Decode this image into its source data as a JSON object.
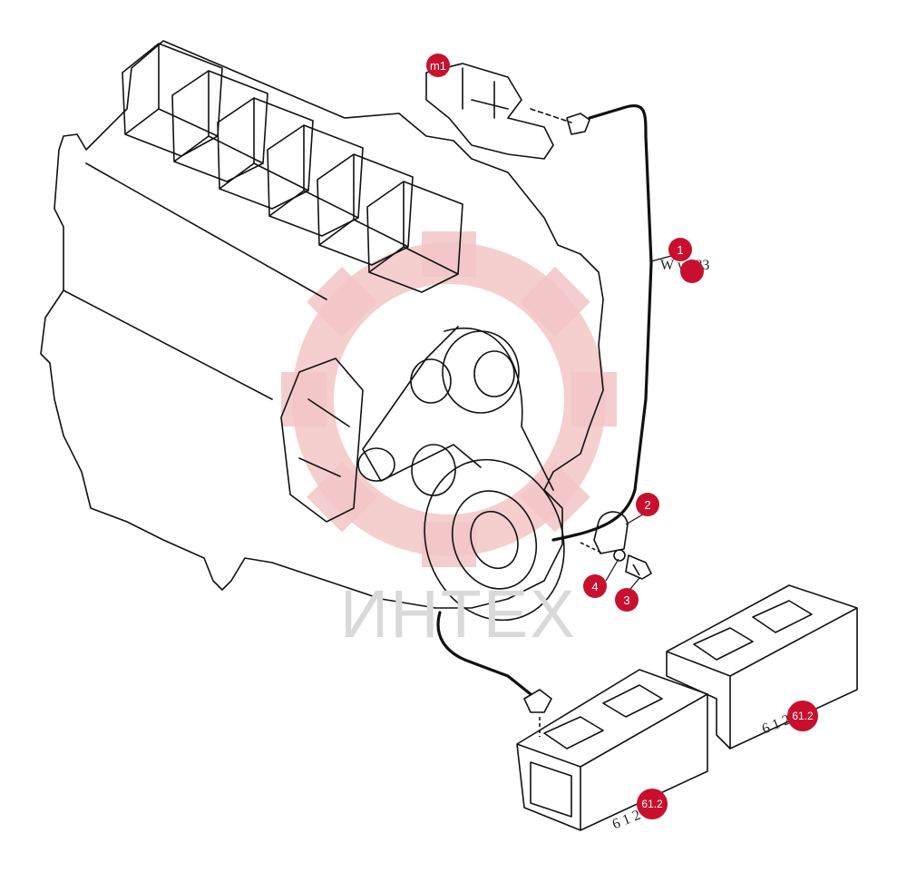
{
  "colors": {
    "callout": "#c8102e",
    "line": "#111111",
    "watermark": "#f3c6c6",
    "watermark_text": "#d9d9d9"
  },
  "watermark": {
    "text": "ИНТЕХ"
  },
  "wire_label": {
    "text": "W  w083"
  },
  "battery_labels": [
    {
      "text": "6  1     2"
    },
    {
      "text": "6  1     2"
    }
  ],
  "callouts": [
    {
      "id": "m1",
      "label": "m1"
    },
    {
      "id": "1",
      "label": "1"
    },
    {
      "id": "w083",
      "label": ""
    },
    {
      "id": "2",
      "label": "2"
    },
    {
      "id": "3",
      "label": "3"
    },
    {
      "id": "4",
      "label": "4"
    },
    {
      "id": "61.2-a",
      "label": "61.2"
    },
    {
      "id": "61.2-b",
      "label": "61.2"
    }
  ]
}
